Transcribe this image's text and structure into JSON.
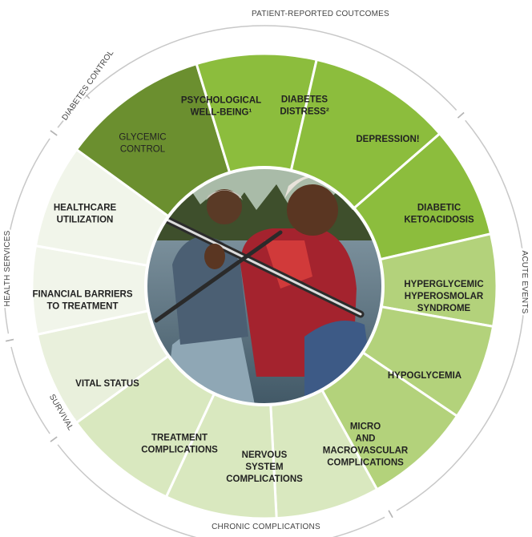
{
  "segments": [
    {
      "lines": [
        "GLYCEMIC",
        "CONTROL"
      ],
      "color": "#6b8f2f",
      "weight": "normal"
    },
    {
      "lines": [
        "PSYCHOLOGICAL",
        "WELL-BEING¹"
      ],
      "color": "#8cbd3d",
      "weight": "bold"
    },
    {
      "lines": [
        "DIABETES",
        "DISTRESS²"
      ],
      "color": "#8cbd3d",
      "weight": "bold"
    },
    {
      "lines": [
        "DEPRESSION!"
      ],
      "color": "#8cbd3d",
      "weight": "bold"
    },
    {
      "lines": [
        "DIABETIC",
        "KETOACIDOSIS"
      ],
      "color": "#b3d27b",
      "weight": "bold"
    },
    {
      "lines": [
        "HYPERGLYCEMIC",
        "HYPEROSMOLAR",
        "SYNDROME"
      ],
      "color": "#b3d27b",
      "weight": "bold"
    },
    {
      "lines": [
        "HYPOGLYCEMIA"
      ],
      "color": "#b3d27b",
      "weight": "bold"
    },
    {
      "lines": [
        "MICRO",
        "AND",
        "MACROVASCULAR",
        "COMPLICATIONS"
      ],
      "color": "#d9e8bf",
      "weight": "bold"
    },
    {
      "lines": [
        "NERVOUS",
        "SYSTEM",
        "COMPLICATIONS"
      ],
      "color": "#d9e8bf",
      "weight": "bold"
    },
    {
      "lines": [
        "TREATMENT",
        "COMPLICATIONS"
      ],
      "color": "#d9e8bf",
      "weight": "bold"
    },
    {
      "lines": [
        "VITAL STATUS"
      ],
      "color": "#e9f0dc",
      "weight": "bold"
    },
    {
      "lines": [
        "FINANCIAL BARRIERS",
        "TO TREATMENT"
      ],
      "color": "#f1f5ea",
      "weight": "bold"
    },
    {
      "lines": [
        "HEALTHCARE",
        "UTILIZATION"
      ],
      "color": "#f1f5ea",
      "weight": "bold"
    }
  ],
  "categories": [
    {
      "label": "PATIENT-REPORTED COUTCOMES"
    },
    {
      "label": "ACUTE EVENTS"
    },
    {
      "label": "CHRONIC COMPLICATIONS"
    },
    {
      "label": "SURVIVAL"
    },
    {
      "label": "HEALTH SERVICES"
    },
    {
      "label": "DIABETES CONTROL"
    }
  ],
  "photo": {
    "alt": "Smiling couple canoeing on a lake"
  }
}
